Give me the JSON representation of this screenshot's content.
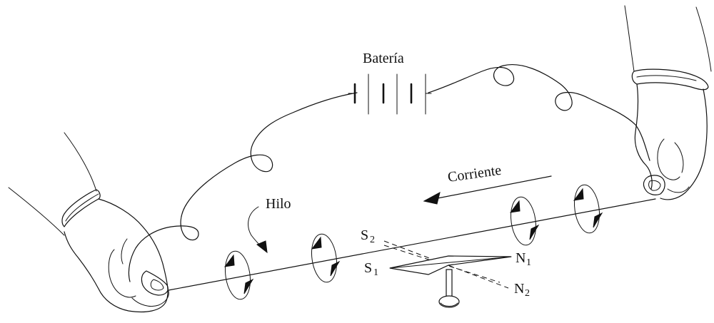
{
  "labels": {
    "battery": "Batería",
    "current": "Corriente",
    "wire": "Hilo",
    "s2_letter": "S",
    "s2_sub": "2",
    "s1_letter": "S",
    "s1_sub": "1",
    "n1_letter": "N",
    "n1_sub": "1",
    "n2_letter": "N",
    "n2_sub": "2"
  },
  "colors": {
    "ink": "#111111",
    "background": "#ffffff"
  }
}
